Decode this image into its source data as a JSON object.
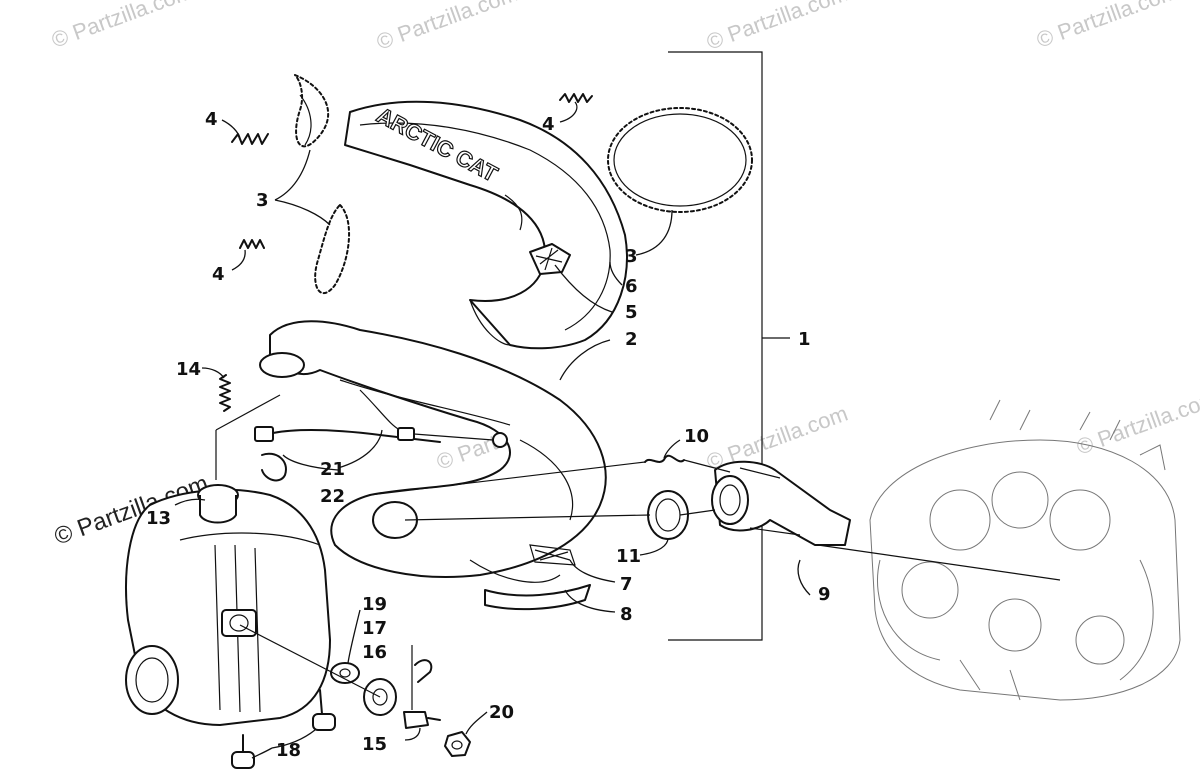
{
  "watermarks": [
    {
      "text": "© Partzilla.com",
      "style": "faint"
    },
    {
      "text": "© Partzilla.com",
      "style": "faint"
    },
    {
      "text": "© Partzilla.com",
      "style": "faint"
    },
    {
      "text": "© Partzilla.com",
      "style": "faint"
    },
    {
      "text": "© Partzilla.com",
      "style": "faint"
    },
    {
      "text": "© Partzilla.com",
      "style": "faint"
    },
    {
      "text": "© Partzilla.com",
      "style": "faint"
    },
    {
      "text": "© Partzilla.com",
      "style": "strong"
    }
  ],
  "shield_lettering": "ARCTIC CAT",
  "callouts": [
    "1",
    "2",
    "3",
    "3",
    "4",
    "4",
    "4",
    "5",
    "6",
    "7",
    "8",
    "9",
    "10",
    "11",
    "13",
    "14",
    "15",
    "16",
    "17",
    "18",
    "19",
    "20",
    "21",
    "22"
  ]
}
